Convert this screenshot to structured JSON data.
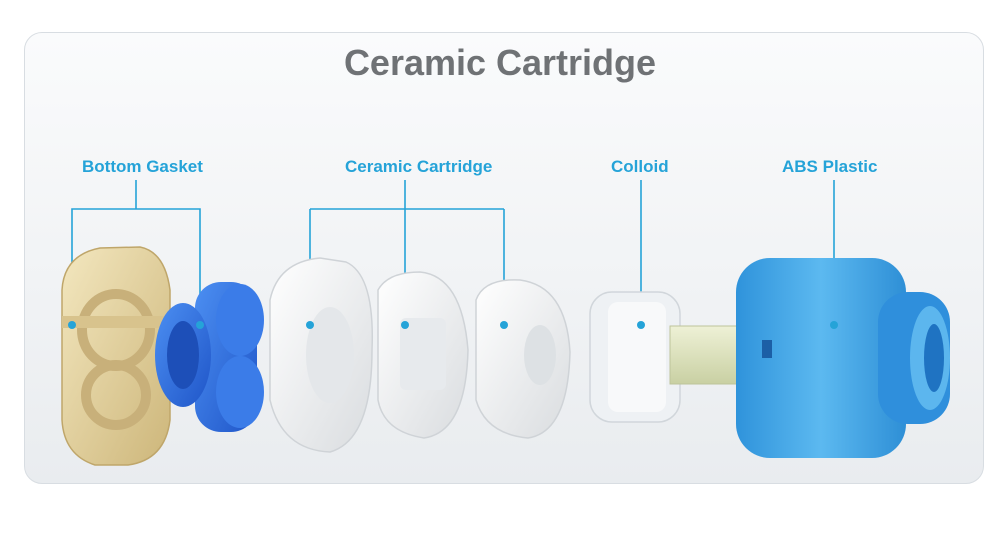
{
  "title": "Ceramic Cartridge",
  "labels": {
    "bottom_gasket": "Bottom Gasket",
    "ceramic_cartridge": "Ceramic Cartridge",
    "colloid": "Colloid",
    "abs_plastic": "ABS Plastic"
  },
  "colors": {
    "callout": "#25a3d8",
    "gasket": "#e9d9a8",
    "blue_part": "#2b6fe0",
    "ceramic": "#f4f5f6",
    "abs_body": "#3aa6e8",
    "stem": "#dfe5c0"
  }
}
